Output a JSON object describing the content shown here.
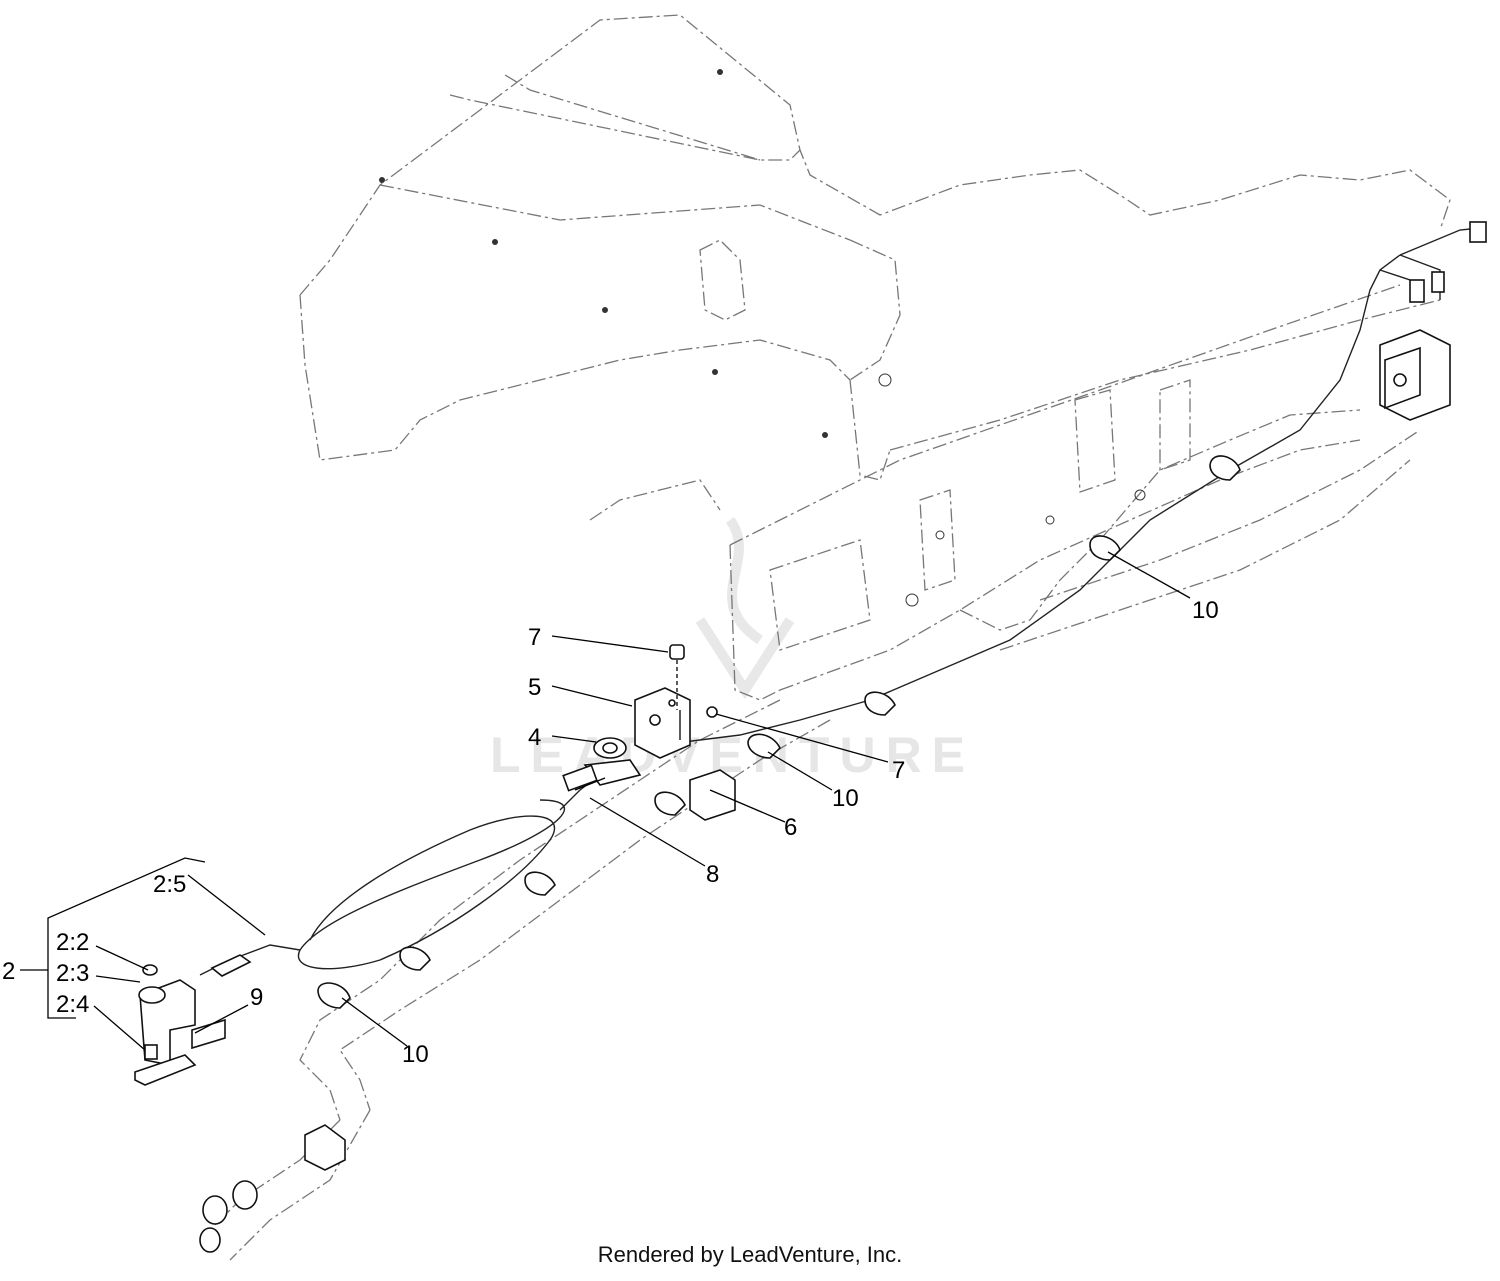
{
  "watermark": "LEADVENTURE",
  "footer": "Rendered by LeadVenture, Inc.",
  "callouts": {
    "c2": "2",
    "c2_2": "2:2",
    "c2_3": "2:3",
    "c2_4": "2:4",
    "c2_5": "2:5",
    "c4": "4",
    "c5": "5",
    "c6": "6",
    "c7a": "7",
    "c7b": "7",
    "c8": "8",
    "c9": "9",
    "c10a": "10",
    "c10b": "10",
    "c10c": "10"
  }
}
